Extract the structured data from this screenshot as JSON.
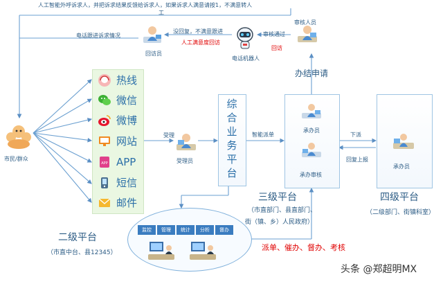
{
  "top_text": [
    "人工智能外呼诉求人，并把诉求结果反馈给诉求人，如果诉求人满意请按1，不满意转人",
    "工"
  ],
  "phone_followup_label": "电话跟进诉求情况",
  "not_replied_label": "没回复，不满意跟进",
  "ai_satisfaction_label": "人工满意度回访",
  "reviewer_label": "审核人员",
  "review_pass_label": "审核通过",
  "callback_label": "回访",
  "visitor_label": "回访员",
  "robot_label": "电话机器人",
  "apply_label": "办结申请",
  "citizen_label": "市民/群众",
  "channels": [
    "热线",
    "微信",
    "微博",
    "网站",
    "APP",
    "短信",
    "邮件"
  ],
  "accept_label": "受理",
  "receptionist_label": "受理员",
  "center_title": [
    "综",
    "合",
    "业",
    "务",
    "平",
    "台"
  ],
  "smart_dispatch_label": "智能派单",
  "handler_label": "承办员",
  "handler_review_label": "承办审核",
  "dispatch_down_label": "下派",
  "reply_report_label": "回复上报",
  "l4_handler_label": "承办员",
  "level3": {
    "title": "三级平台",
    "sub1": "（市直部门、县直部门、",
    "sub2": "街（镇、乡）人民政府）"
  },
  "level4": {
    "title": "四级平台",
    "sub": "（二级部门、街镇科室）"
  },
  "level2": {
    "title": "二级平台",
    "sub": "（市直中台、县12345）"
  },
  "tabs": [
    "监控",
    "管理",
    "统计",
    "分析",
    "督办"
  ],
  "actions": "派单、催办、督办、考核",
  "watermark": "头条 @郑超明MX"
}
